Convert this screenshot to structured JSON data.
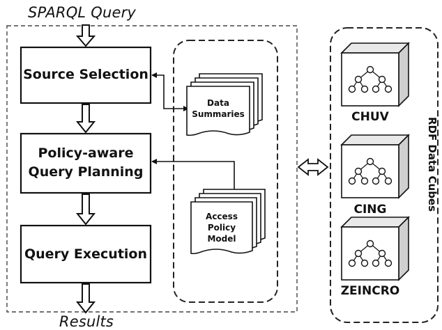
{
  "input_label": "SPARQL Query",
  "output_label": "Results",
  "pipeline": {
    "source_selection": [
      "Source Selection"
    ],
    "query_planning": [
      "Policy-aware",
      "Query Planning"
    ],
    "query_execution": [
      "Query Execution"
    ]
  },
  "documents": {
    "data_summaries": [
      "Data",
      "Summaries"
    ],
    "access_policy_model": [
      "Access",
      "Policy",
      "Model"
    ]
  },
  "cubes": {
    "label": "RDF Data Cubes",
    "items": [
      "CHUV",
      "CING",
      "ZEINCRO"
    ]
  }
}
